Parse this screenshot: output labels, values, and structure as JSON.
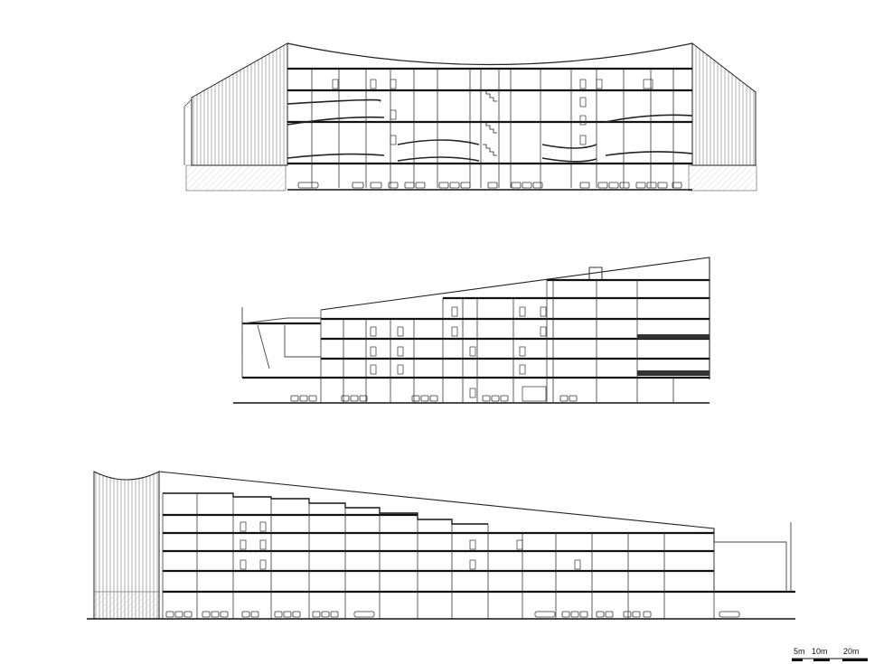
{
  "scale_bar": {
    "label_5m": "5m",
    "label_10m": "10m",
    "label_20m": "20m"
  },
  "colors": {
    "line": "#1a1a1a",
    "light": "#8a8a8a",
    "hatch": "#b0b0b0",
    "slab": "#111111"
  }
}
